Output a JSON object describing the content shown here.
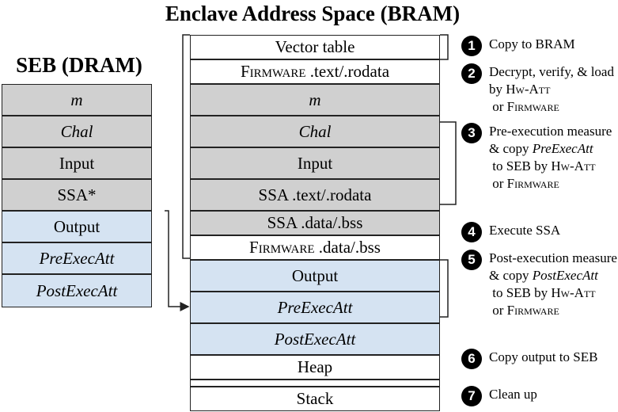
{
  "title": "Enclave Address Space (BRAM)",
  "seb": {
    "title": "SEB (DRAM)",
    "cells": [
      {
        "label": "m",
        "italic": true,
        "color": "gray"
      },
      {
        "label": "Chal",
        "italic": true,
        "color": "gray"
      },
      {
        "label": "Input",
        "italic": false,
        "color": "gray"
      },
      {
        "label": "SSA*",
        "italic": false,
        "color": "gray"
      },
      {
        "label": "Output",
        "italic": false,
        "color": "blue"
      },
      {
        "label": "PreExecAtt",
        "italic": true,
        "color": "blue"
      },
      {
        "label": "PostExecAtt",
        "italic": true,
        "color": "blue"
      }
    ]
  },
  "enclave": {
    "cells": [
      {
        "label": "Vector table",
        "color": "white"
      },
      {
        "label_sc": "Firmware",
        "label_rest": " .text/.rodata",
        "color": "white"
      },
      {
        "label": "m",
        "italic": true,
        "color": "gray"
      },
      {
        "label": "Chal",
        "italic": true,
        "color": "gray"
      },
      {
        "label": "Input",
        "color": "gray"
      },
      {
        "label": "SSA .text/.rodata",
        "color": "gray"
      },
      {
        "label": "SSA .data/.bss",
        "color": "gray"
      },
      {
        "label_sc": "Firmware",
        "label_rest": " .data/.bss",
        "color": "white"
      },
      {
        "label": "Output",
        "color": "blue"
      },
      {
        "label": "PreExecAtt",
        "italic": true,
        "color": "blue"
      },
      {
        "label": "PostExecAtt",
        "italic": true,
        "color": "blue"
      },
      {
        "label": "Heap",
        "color": "white"
      },
      {
        "label": "Stack",
        "color": "white"
      }
    ]
  },
  "steps": [
    {
      "num": "1",
      "text": "Copy to BRAM"
    },
    {
      "num": "2",
      "a": "Decrypt, verify, & load by ",
      "hw": "Hw-Att",
      "b": " or ",
      "fw": "Firmware"
    },
    {
      "num": "3",
      "a": "Pre-execution measure & copy ",
      "att": "PreExecAtt",
      "b": " to SEB by ",
      "hw": "Hw-Att",
      "c": " or ",
      "fw": "Firmware"
    },
    {
      "num": "4",
      "text": "Execute SSA"
    },
    {
      "num": "5",
      "a": "Post-execution measure & copy ",
      "att": "PostExecAtt",
      "b": " to SEB by ",
      "hw": "Hw-Att",
      "c": " or ",
      "fw": "Firmware"
    },
    {
      "num": "6",
      "text": "Copy output  to SEB"
    },
    {
      "num": "7",
      "text": "Clean up"
    }
  ],
  "colors": {
    "gray": "#d0d0d0",
    "blue": "#d5e3f2",
    "badge": "#000000"
  }
}
